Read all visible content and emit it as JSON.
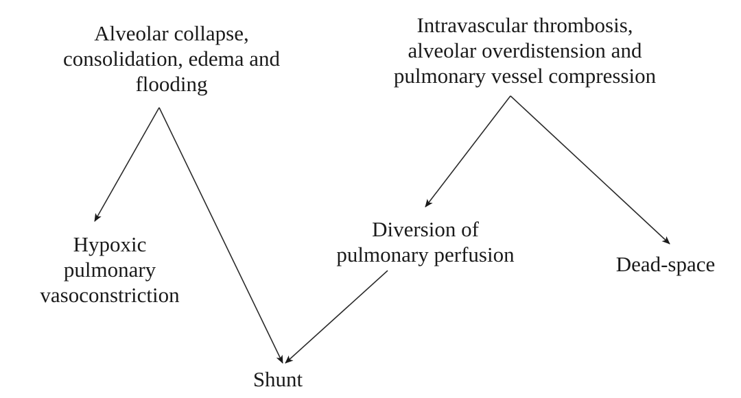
{
  "nodes": {
    "collapse": [
      "Alveolar collapse,",
      "consolidation, edema and",
      "flooding"
    ],
    "thrombosis": [
      "Intravascular thrombosis,",
      "alveolar overdistension and",
      "pulmonary vessel compression"
    ],
    "hypoxic": [
      "Hypoxic",
      "pulmonary",
      "vasoconstriction"
    ],
    "diversion": [
      "Diversion of",
      "pulmonary perfusion"
    ],
    "deadspace": [
      "Dead-space"
    ],
    "shunt": [
      "Shunt"
    ]
  }
}
